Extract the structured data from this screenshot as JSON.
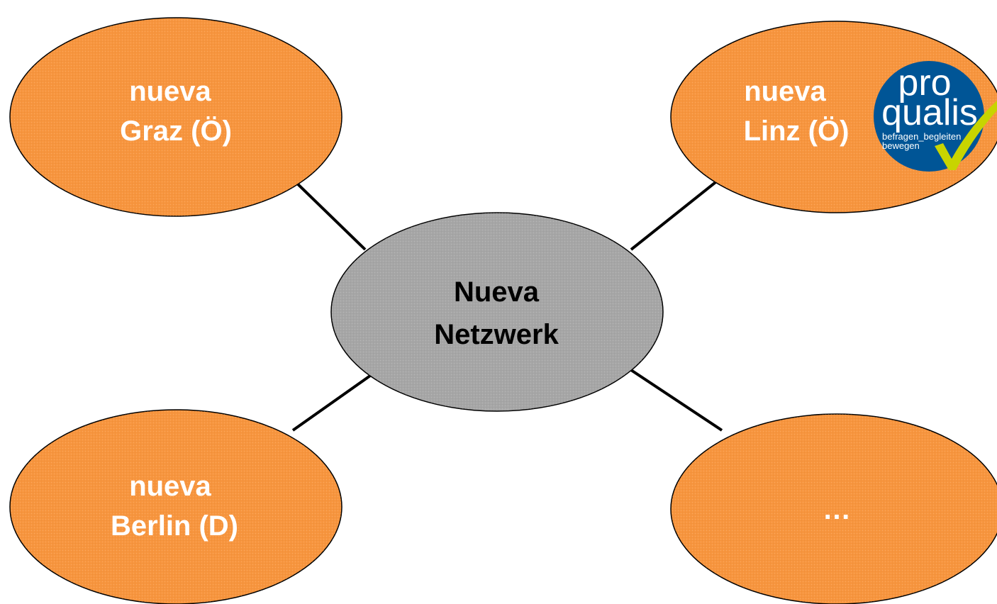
{
  "diagram": {
    "center": {
      "line1": "Nueva",
      "line2": "Netzwerk",
      "fill": "#a6a6a6"
    },
    "nodes": {
      "graz": {
        "line1": "nueva",
        "line2": "Graz (Ö)"
      },
      "linz": {
        "line1": "nueva",
        "line2": "Linz (Ö)"
      },
      "berlin": {
        "line1": "nueva",
        "line2": "Berlin (D)"
      },
      "more": {
        "line1": "…"
      }
    },
    "node_fill": "#f7953e",
    "node_text_color": "#ffffff",
    "center_text_color": "#000000",
    "connector_color": "#000000"
  },
  "logo": {
    "line1": "pro",
    "line2": "qualis",
    "tagline1": "befragen_begleiten",
    "tagline2": "bewegen",
    "badge_color": "#005596",
    "check_color": "#c8d400",
    "icon": "checkmark-icon"
  }
}
